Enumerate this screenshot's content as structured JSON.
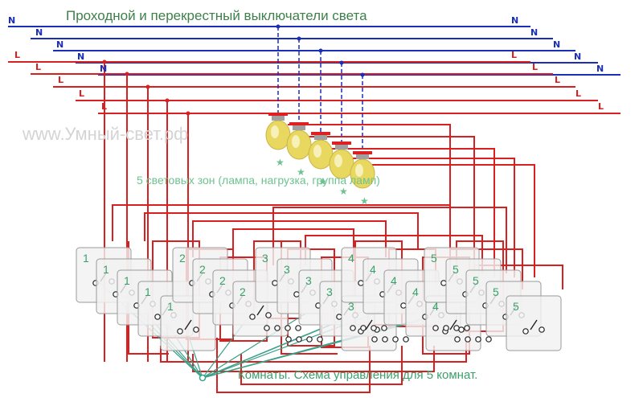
{
  "title": "Проходной и перекрестный выключатели света",
  "watermark": "www.Умный-свет.рф",
  "zones_caption": "5 световых зон (лампа, нагрузка, группа ламп)",
  "rooms_caption": "Комнаты. Схема управления для 5 комнат.",
  "neutral_label": "N",
  "line_label": "L",
  "switch_numbers": [
    "1",
    "2",
    "3",
    "4",
    "5"
  ],
  "colors": {
    "neutral": "#1a2eb8",
    "line": "#d82020",
    "traveler": "#3aa08a",
    "lamp_glass": "#e8d860",
    "lamp_cap": "#e02020",
    "switch_plate": "#f2f2f2",
    "text_green": "#3e7f4a"
  }
}
